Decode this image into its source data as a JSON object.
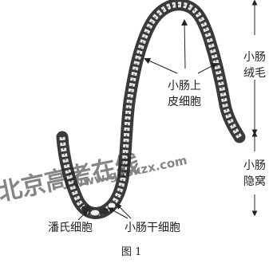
{
  "figure": {
    "caption": "图 1",
    "labels": {
      "epithelial_cell": [
        "小肠上",
        "皮细胞"
      ],
      "paneth_cell": "潘氏细胞",
      "stem_cell": "小肠干细胞",
      "villus": [
        "小肠",
        "绒毛"
      ],
      "crypt": [
        "小肠",
        "隐窝"
      ]
    }
  },
  "watermark": {
    "text_cn": "北京高考在线",
    "text_url": "www.gaokzx.com",
    "color": "#6fa6d8"
  },
  "colors": {
    "cell_dark": "#3a3a3a",
    "cell_light": "#e6e6e6",
    "line": "#222222"
  }
}
